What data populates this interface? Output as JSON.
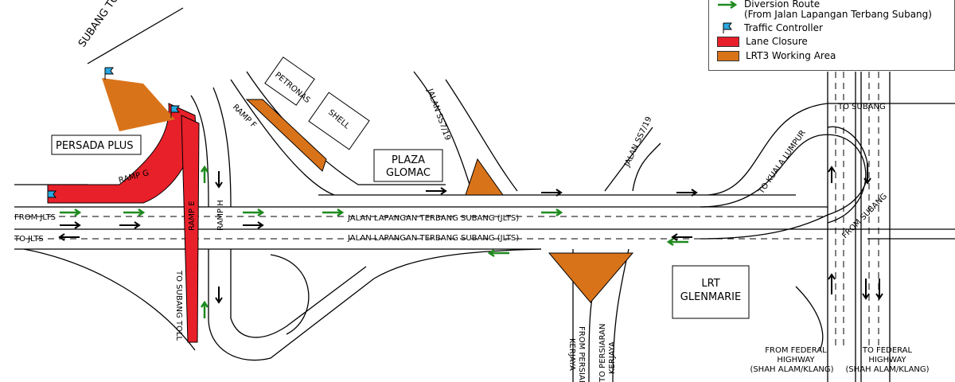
{
  "legend": {
    "items": [
      {
        "label": "Diversion Route",
        "sublabel": "(From Jalan Lapangan Terbang Subang)",
        "icon": "green-arrow-icon",
        "color": "#1f8a1f"
      },
      {
        "label": "Traffic Controller",
        "icon": "blue-flag-icon",
        "color": "#29a8e0"
      },
      {
        "label": "Lane Closure",
        "icon": "red-swatch",
        "color": "#e8202a"
      },
      {
        "label": "LRT3 Working Area",
        "icon": "orange-swatch",
        "color": "#d9731a"
      }
    ]
  },
  "buildings": {
    "persada": "PERSADA PLUS",
    "petronas": "PETRONAS",
    "shell": "SHELL",
    "glomac_1": "PLAZA",
    "glomac_2": "GLOMAC",
    "lrt_1": "LRT",
    "lrt_2": "GLENMARIE"
  },
  "roads": {
    "subang_toll": "SUBANG TOLL",
    "ramp_g": "RAMP G",
    "ramp_f": "RAMP F",
    "ramp_e": "RAMP E",
    "ramp_h": "RAMP H",
    "from_jlts": "FROM JLTS",
    "to_jlts": "TO JLTS",
    "jlts_1": "JALAN LAPANGAN TERBANG SUBANG (JLTS)",
    "jlts_2": "JALAN LAPANGAN TERBANG SUBANG (JLTS)",
    "to_subang_toll": "TO SUBANG TOLL",
    "ss7_19_a": "JALAN SS7/19",
    "ss7_19_b": "JALAN SS7/19",
    "to_subang": "TO SUBANG",
    "to_kl": "TO KUALA LUMPUR",
    "from_subang": "FROM SUBANG",
    "from_kerjaya_1": "FROM PERSIARAN",
    "from_kerjaya_2": "KERJAYA",
    "to_kerjaya_1": "TO PERSIARAN",
    "to_kerjaya_2": "KERJAYA",
    "from_federal_1": "FROM FEDERAL",
    "from_federal_2": "HIGHWAY",
    "from_federal_3": "(SHAH ALAM/KLANG)",
    "to_federal_1": "TO FEDERAL",
    "to_federal_2": "HIGHWAY",
    "to_federal_3": "(SHAH ALAM/KLANG)"
  },
  "colors": {
    "closure": "#e8202a",
    "lrt_work": "#d9731a",
    "diversion": "#1f8a1f",
    "flag": "#29a8e0"
  }
}
